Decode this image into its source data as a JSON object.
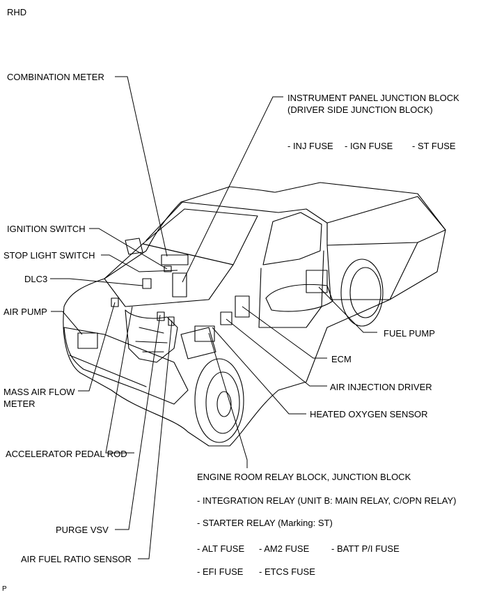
{
  "corner": {
    "top_left": "RHD",
    "bottom_left": "P"
  },
  "labels": {
    "combination_meter": "COMBINATION METER",
    "ip_jb_line1": "INSTRUMENT PANEL JUNCTION BLOCK",
    "ip_jb_line2": "(DRIVER SIDE JUNCTION BLOCK)",
    "ip_fuses": [
      "- INJ FUSE",
      "- IGN FUSE",
      "- ST FUSE"
    ],
    "ignition_switch": "IGNITION SWITCH",
    "stop_light_switch": "STOP LIGHT SWITCH",
    "dlc3": "DLC3",
    "air_pump": "AIR PUMP",
    "fuel_pump": "FUEL PUMP",
    "ecm": "ECM",
    "air_injection_driver": "AIR INJECTION DRIVER",
    "mass_air_flow_line1": "MASS AIR FLOW",
    "mass_air_flow_line2": "METER",
    "heated_oxygen_sensor": "HEATED OXYGEN SENSOR",
    "accelerator_pedal_rod": "ACCELERATOR PEDAL ROD",
    "engine_room_rb_jb": "ENGINE ROOM RELAY BLOCK, JUNCTION BLOCK",
    "integration_relay": "- INTEGRATION RELAY (UNIT B: MAIN RELAY, C/OPN RELAY)",
    "starter_relay": "- STARTER RELAY (Marking: ST)",
    "er_fuses_row1": [
      "- ALT FUSE",
      "- AM2 FUSE",
      "- BATT P/I FUSE"
    ],
    "er_fuses_row2": [
      "- EFI FUSE",
      "- ETCS FUSE"
    ],
    "purge_vsv": "PURGE VSV",
    "air_fuel_ratio_sensor": "AIR FUEL RATIO SENSOR"
  }
}
